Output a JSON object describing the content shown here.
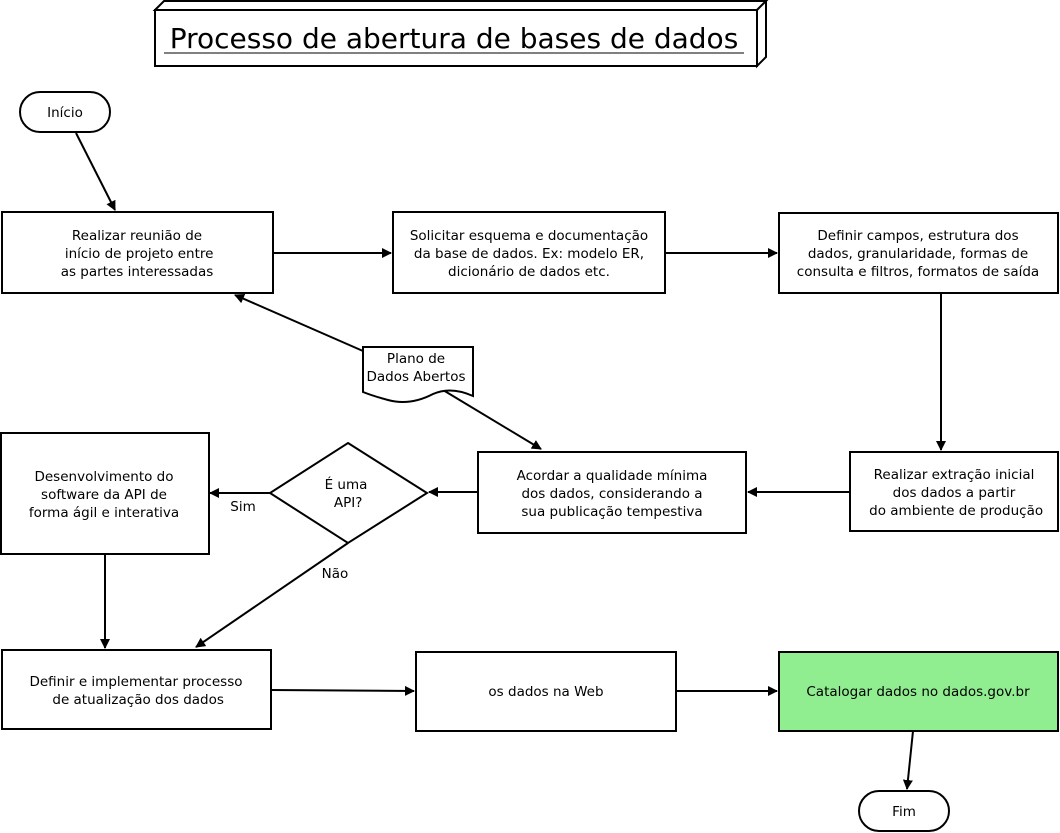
{
  "title": "Processo de abertura de bases de dados",
  "nodes": {
    "inicio": [
      "Início"
    ],
    "reuniao": [
      "Realizar reunião de",
      " início de projeto entre",
      "as partes interessadas"
    ],
    "solicitar": [
      "Solicitar esquema e documentação",
      "da base de dados. Ex: modelo ER,",
      "dicionário de dados etc."
    ],
    "definir_campos": [
      "Definir campos, estrutura dos",
      "dados, granularidade, formas de",
      "consulta e filtros, formatos de saída"
    ],
    "plano": [
      "Plano de",
      "Dados Abertos"
    ],
    "desenvolvimento": [
      "Desenvolvimento do",
      "software da API de",
      "forma ágil e interativa"
    ],
    "decisao": [
      "É uma",
      " API?"
    ],
    "acordar": [
      "Acordar a qualidade mínima",
      "dos dados, considerando a",
      "sua publicação tempestiva"
    ],
    "extracao": [
      "Realizar extração inicial",
      "dos dados a partir",
      " do ambiente de produção"
    ],
    "atualizacao": [
      "Definir e implementar processo",
      " de atualização dos dados"
    ],
    "web": [
      "os dados na Web"
    ],
    "catalogar": [
      "Catalogar dados no dados.gov.br"
    ],
    "fim": [
      "Fim"
    ]
  },
  "edge_labels": {
    "sim": "Sim",
    "nao": "Não"
  },
  "colors": {
    "highlight_fill": "#90EE90",
    "stroke": "#000000",
    "background": "#ffffff"
  }
}
